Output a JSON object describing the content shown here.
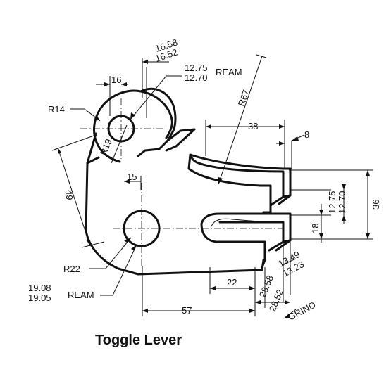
{
  "title": "Toggle Lever",
  "dimensions": {
    "hole_top_max": "16.58",
    "hole_top_min": "16.52",
    "bore_max": "12.75",
    "bore_min": "12.70",
    "bore_note": "REAM",
    "offset_16": "16",
    "radius_14": "R14",
    "radius_19": "R19",
    "radius_67": "R67",
    "len_38": "38",
    "len_8": "8",
    "len_49": "49",
    "len_15": "15",
    "fork_bore_max": "12.75",
    "fork_bore_min": "12.70",
    "len_18": "18",
    "len_36": "36",
    "radius_22": "R22",
    "main_bore_max": "19.08",
    "main_bore_min": "19.05",
    "main_bore_note": "REAM",
    "len_22": "22",
    "slot_max": "28.58",
    "slot_min": "28.52",
    "slot_note": "GRIND",
    "gap_max": "13.49",
    "gap_min": "13.23",
    "len_57": "57"
  }
}
